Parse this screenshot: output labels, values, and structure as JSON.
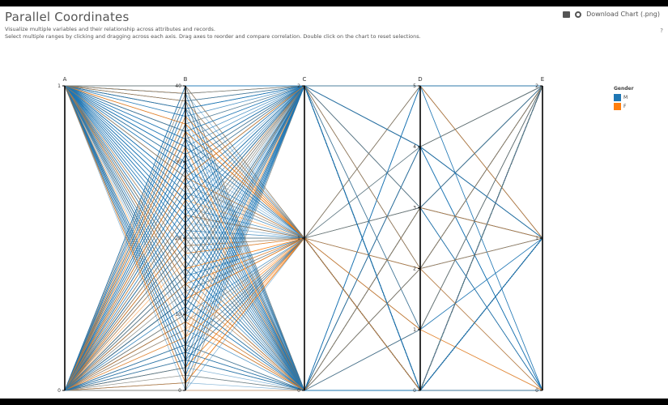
{
  "title": "Parallel Coordinates",
  "toolbar": {
    "download_label": "Download Chart (.png)"
  },
  "description": {
    "line1": "Visualize multiple variables and their relationship across attributes and records.",
    "line2": "Select multiple ranges by clicking and dragging across each axis. Drag axes to reorder and compare correlation. Double click on the chart to reset selections."
  },
  "help_text": "?",
  "legend": {
    "title": "Gender",
    "items": [
      {
        "label": "M",
        "color": "#1f77b4"
      },
      {
        "label": "F",
        "color": "#ff7f0e"
      }
    ]
  },
  "chart_data": {
    "type": "parallel-coordinates",
    "axes": [
      {
        "name": "A",
        "ticks": [
          "1",
          "0"
        ]
      },
      {
        "name": "B",
        "ticks": [
          "40",
          "30",
          "20",
          "10",
          "0"
        ]
      },
      {
        "name": "C",
        "ticks": [
          "2",
          "1",
          "0"
        ]
      },
      {
        "name": "D",
        "ticks": [
          "5",
          "4",
          "3",
          "2",
          "1",
          "0"
        ]
      },
      {
        "name": "E",
        "ticks": [
          "2",
          "1",
          "0"
        ]
      }
    ],
    "series": [
      {
        "name": "M",
        "color": "#1f77b4"
      },
      {
        "name": "F",
        "color": "#ff7f0e"
      }
    ]
  }
}
